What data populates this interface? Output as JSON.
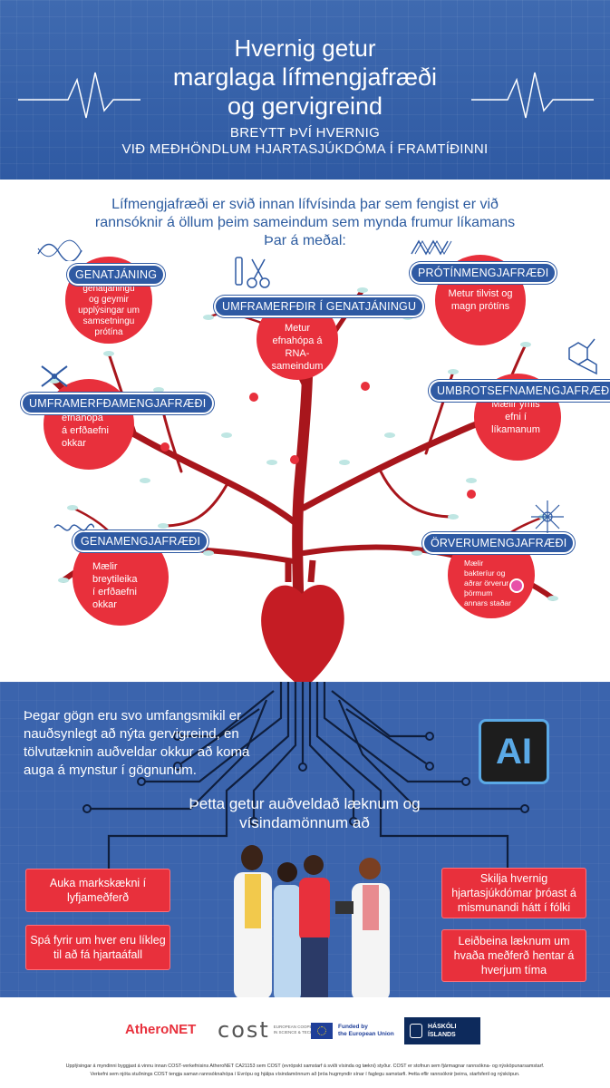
{
  "header": {
    "title_line1": "Hvernig getur",
    "title_line2": "marglaga lífmengjafræði",
    "title_line3": "og gervigreind",
    "subtitle_line1": "BREYTT ÞVÍ HVERNIG",
    "subtitle_line2": "VIÐ MEÐHÖNDLUM HJARTASJÚKDÓMA Í FRAMTÍÐINNI"
  },
  "intro": {
    "line1": "Lífmengjafræði er svið innan lífvísinda þar sem fengist er við",
    "line2": "rannsóknir á öllum þeim sameindum sem mynda frumur líkamans",
    "line3": "Þar á meðal:"
  },
  "omics": [
    {
      "label": "GENATJÁNING",
      "text": "Metur magn og breytileika í genatjáningu og geymir upplýsingar um samsetningu prótína"
    },
    {
      "label": "UMFRAMERFÐIR Í GENATJÁNINGU",
      "text": "Metur efnahópa á RNA-sameindum"
    },
    {
      "label": "PRÓTÍNMENGJAFRÆÐI",
      "text": "Metur tilvist og magn prótíns"
    },
    {
      "label": "UMFRAMERFÐAMENGJAFRÆÐI",
      "text": "Mælir efnahópa á erfðaefni okkar"
    },
    {
      "label": "UMBROTSEFNAMENGJAFRÆÐI",
      "text": "Mælir ýmis efni í líkamanum"
    },
    {
      "label": "GENAMENGJAFRÆÐI",
      "text": "Mælir breytileika í erfðaefni okkar"
    },
    {
      "label": "ÖRVERUMENGJAFRÆÐI",
      "text": "Mælir bakteríur og aðrar örverur í þörmum annars staðar"
    }
  ],
  "ai": {
    "description": "Þegar gögn eru svo umfangsmikil er nauðsynlegt að nýta gervigreind, en tölvutæknin auðveldar okkur að koma auga á mynstur í gögnunum.",
    "badge": "AI",
    "lead": "Þetta getur auðveldað læknum og vísindamönnum að",
    "benefits_left": [
      "Auka markskækni í lyfjameðferð",
      "Spá fyrir um hver eru líkleg til að fá hjartaáfall"
    ],
    "benefits_right": [
      "Skilja hvernig hjartasjúkdómar þróast á mismunandi hátt í fólki",
      "Leiðbeina læknum um hvaða meðferð hentar á hverjum tíma"
    ]
  },
  "footer": {
    "logo_athero": "AtheroNET",
    "logo_cost": "cost",
    "logo_cost_sub1": "EUROPEAN COOPERATION",
    "logo_cost_sub2": "IN SCIENCE & TECHNOLOGY",
    "logo_eu1": "Funded by",
    "logo_eu2": "the European Union",
    "logo_hi1": "HÁSKÓLI",
    "logo_hi2": "ÍSLANDS",
    "fine1": "Upplýsingar á myndinni byggjast á vinnu innan COST-verkefnisins AtheroNET CA21153 sem COST (evrópskt samstarf á sviði vísinda og tækni) styður. COST er stofnun sem fjármagnar rannsókna- og nýsköpunarsamstarf.",
    "fine2": "Verkefni sem njóta stuðnings COST tengja saman rannsóknahópa í Evrópu og hjálpa vísindamönnum að þróa hugmyndir sínar í faglegu samstarfi. Þetta eflir rannsóknir þeirra, starfsferil og nýsköpun."
  },
  "colors": {
    "blue": "#2f5aa3",
    "red": "#e8303c",
    "tree": "#a8161c"
  }
}
